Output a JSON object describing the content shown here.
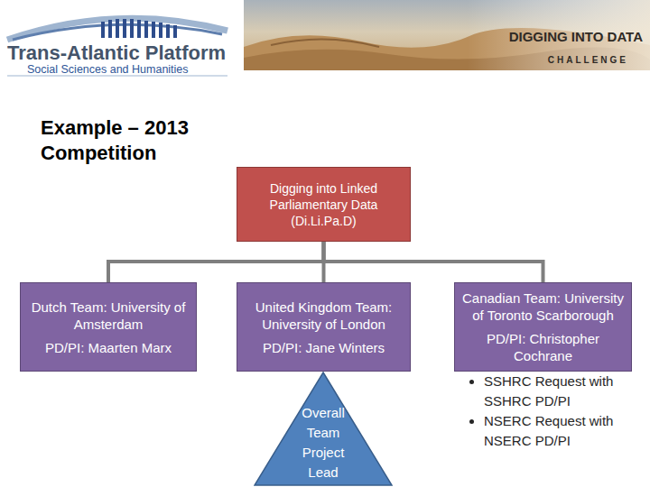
{
  "diagram": {
    "title": "Example – 2013 Competition",
    "nodes": [
      {
        "text": [
          "Digging into Linked Parliamentary Data (Di.Li.Pa.D)"
        ]
      },
      {
        "text": [
          "Dutch Team: University of Amsterdam",
          "PD/PI: Maarten Marx"
        ]
      },
      {
        "text": [
          "United Kingdom Team: University of London",
          "PD/PI: Jane Winters"
        ]
      },
      {
        "text": [
          "Canadian Team: University of Toronto Scarborough",
          "PD/PI: Christopher Cochrane"
        ]
      },
      {
        "text": [
          "Overall Team Project Lead"
        ]
      }
    ],
    "edges": [
      {
        "from": 0,
        "to": 1,
        "arrow": "none"
      },
      {
        "from": 0,
        "to": 2,
        "arrow": "none"
      },
      {
        "from": 0,
        "to": 3,
        "arrow": "none"
      }
    ],
    "labels": [
      "Trans-Atlantic Platform",
      "Social Sciences and Humanities",
      "DIGGING INTO DATA",
      "CHALLENGE",
      "SSHRC Request with SSHRC PD/PI",
      "NSERC Request with NSERC PD/PI"
    ]
  }
}
